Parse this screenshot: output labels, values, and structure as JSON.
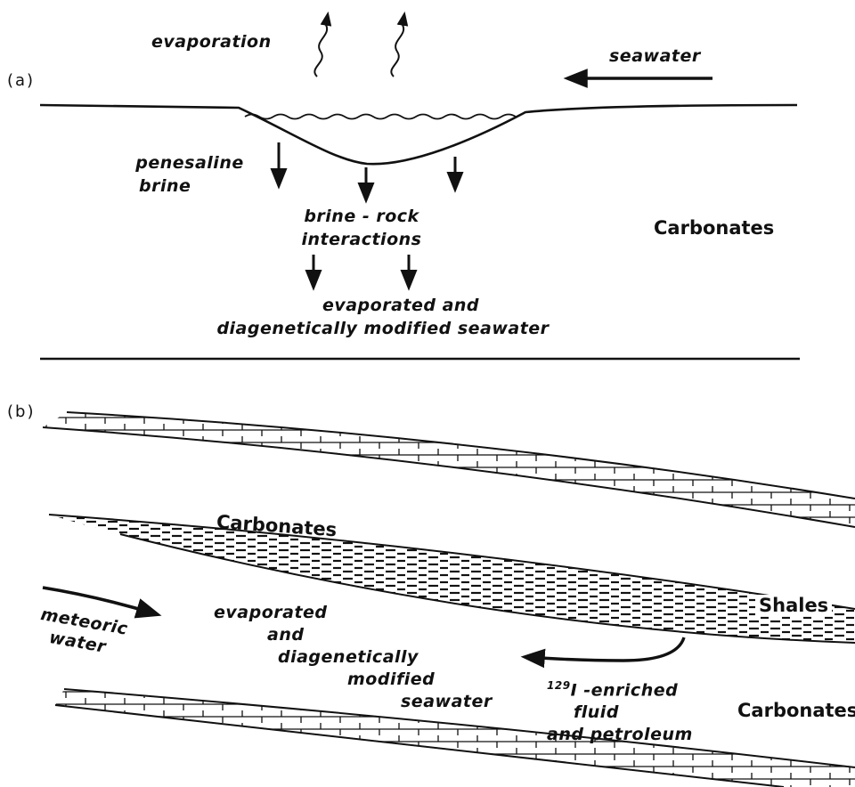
{
  "panel_a": {
    "label": "(a)",
    "evaporation": "evaporation",
    "seawater": "seawater",
    "brine": [
      "penesaline",
      "brine"
    ],
    "interactions": [
      "brine - rock",
      "interactions"
    ],
    "evaporated": [
      "evaporated and",
      "diagenetically modified seawater"
    ],
    "carbonates": "Carbonates"
  },
  "panel_b": {
    "label": "(b)",
    "carbonates_top": "Carbonates",
    "meteoric": [
      "meteoric",
      "water"
    ],
    "evaporated": [
      "evaporated",
      "and",
      "diagenetically",
      "modified",
      "seawater"
    ],
    "shales": "Shales",
    "fluid_sup": "129",
    "fluid_rest": "I -enriched",
    "fluid": [
      "fluid",
      "and petroleum"
    ],
    "carbonates_right": "Carbonates"
  }
}
